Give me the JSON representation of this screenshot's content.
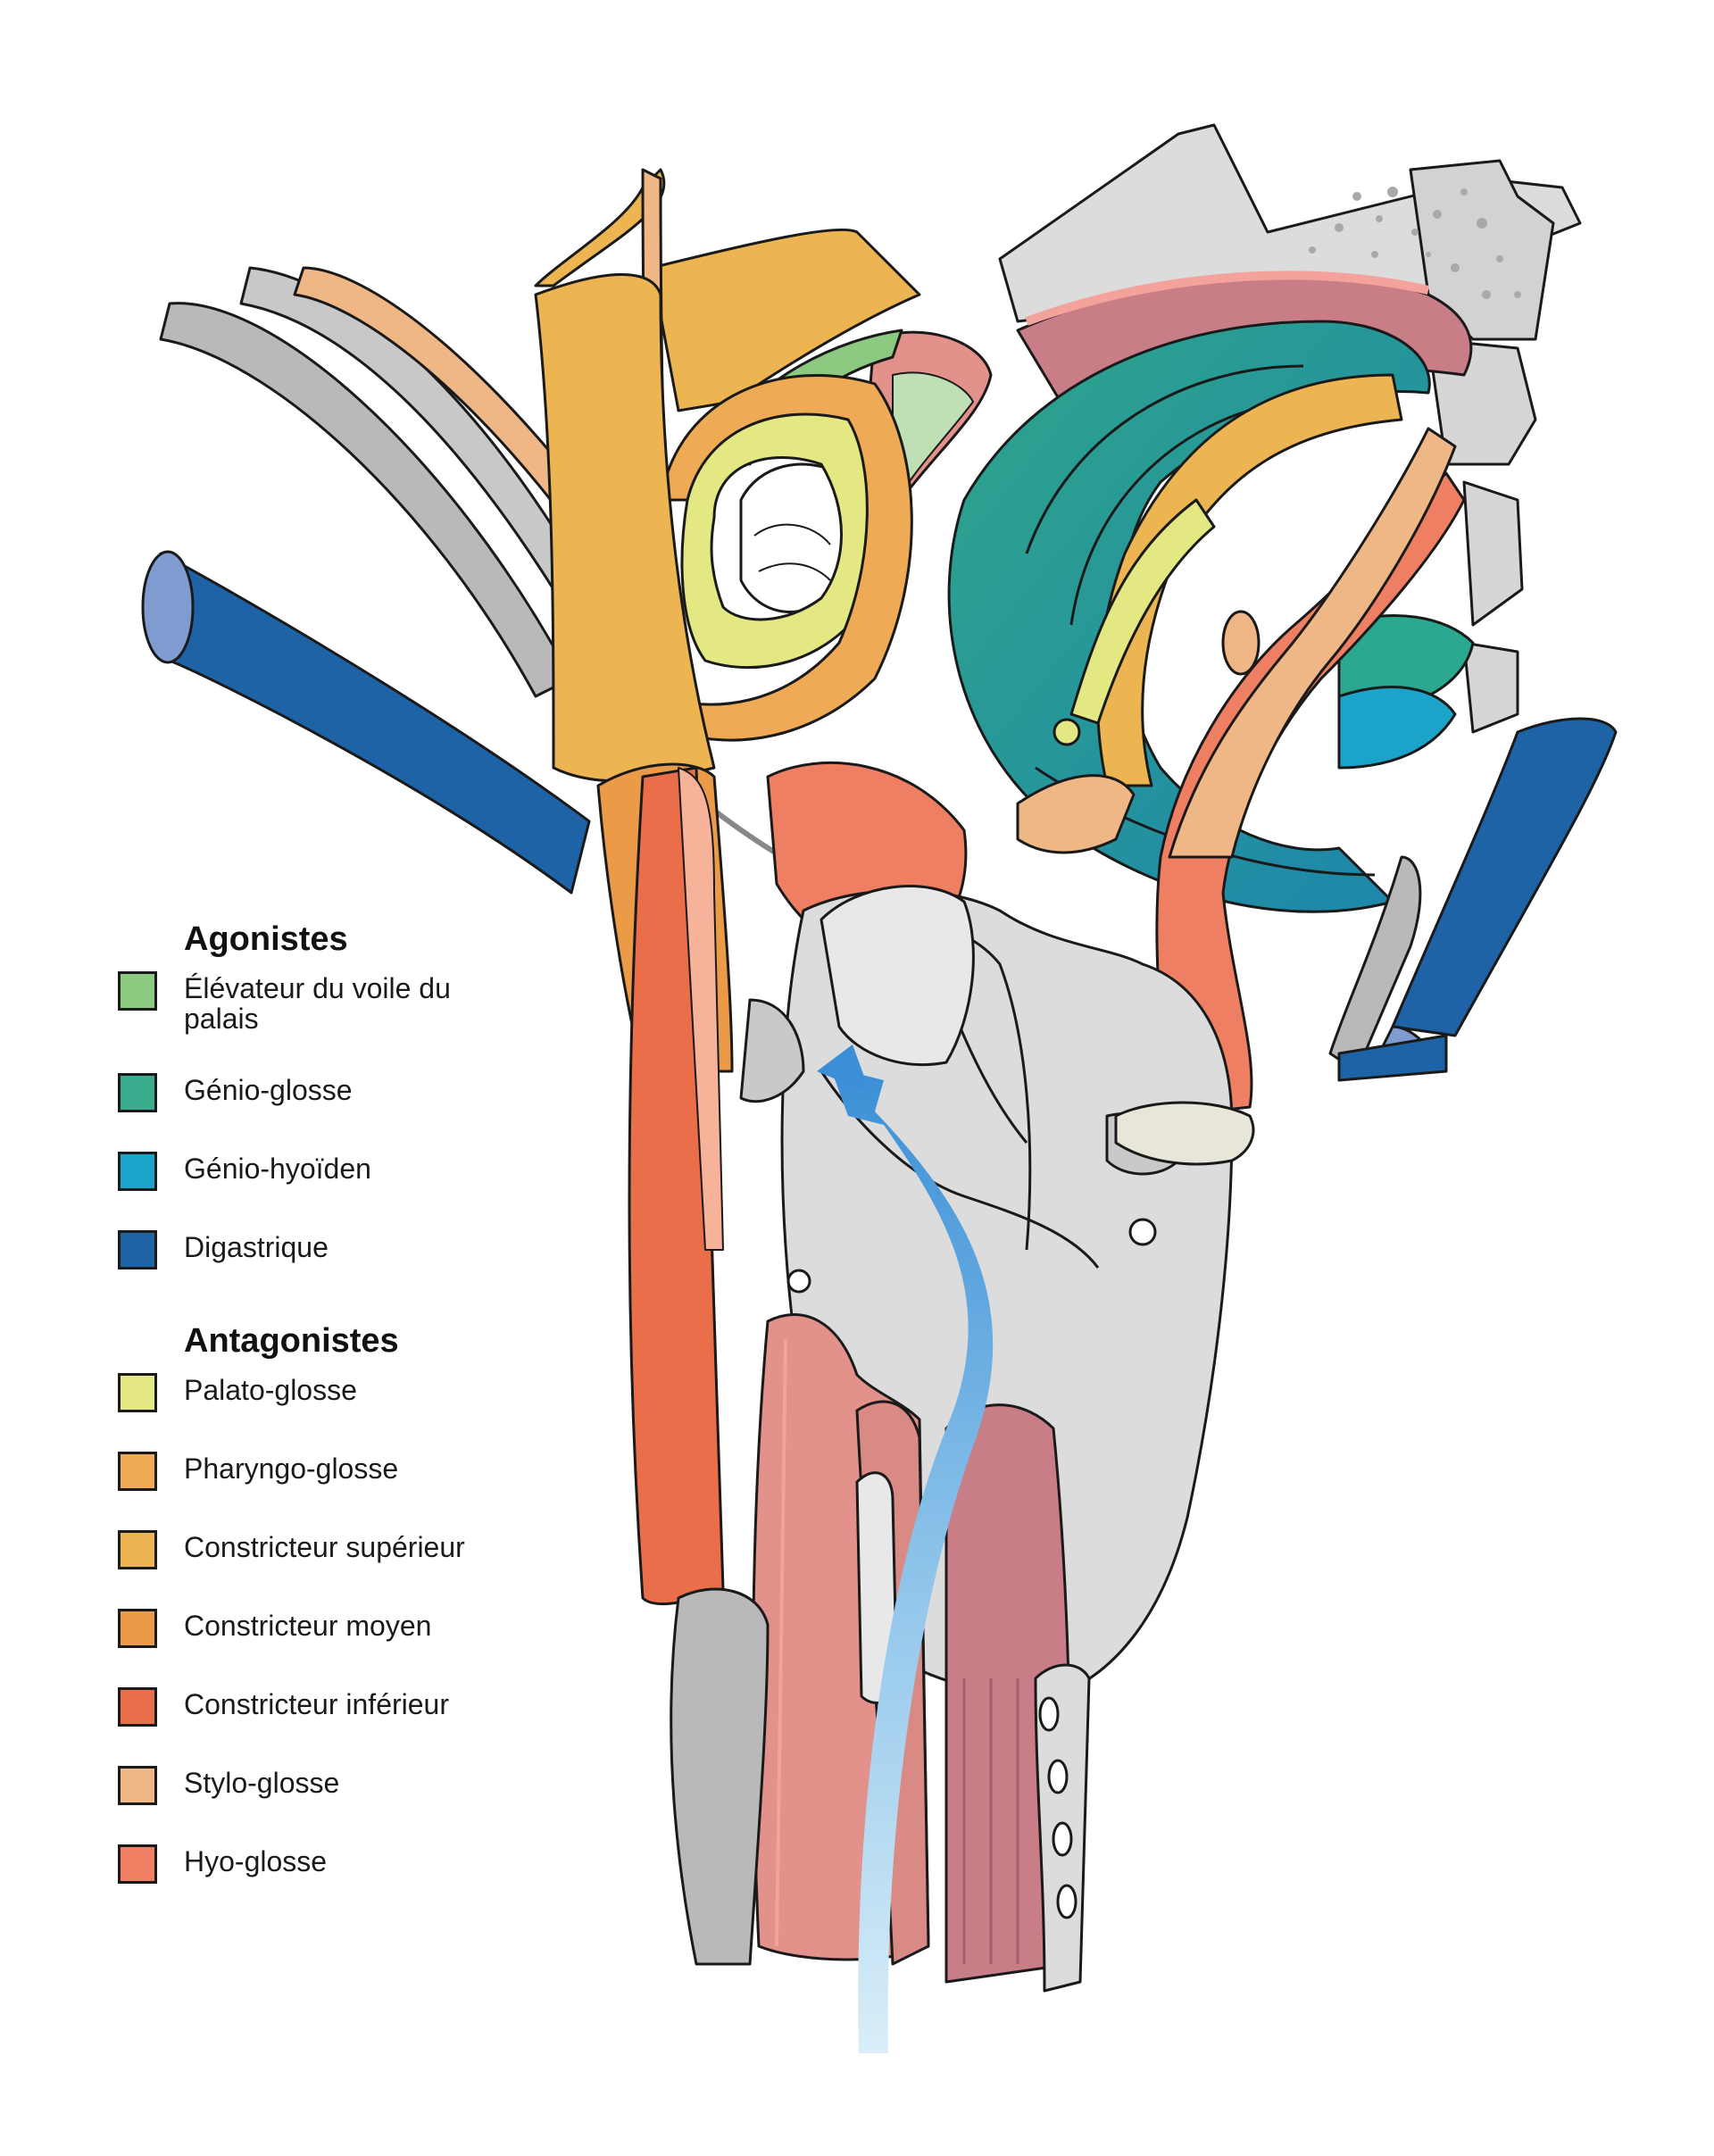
{
  "legend": {
    "agonists": {
      "heading": "Agonistes",
      "items": [
        {
          "label": "Élévateur du voile du palais",
          "color": "#8cc981"
        },
        {
          "label": "Génio-glosse",
          "color": "#3aab8c"
        },
        {
          "label": "Génio-hyoïden",
          "color": "#1ba3c9"
        },
        {
          "label": "Digastrique",
          "color": "#1e63a6"
        }
      ]
    },
    "antagonists": {
      "heading": "Antagonistes",
      "items": [
        {
          "label": "Palato-glosse",
          "color": "#e3e883"
        },
        {
          "label": "Pharyngo-glosse",
          "color": "#eeaa55"
        },
        {
          "label": "Constricteur supérieur",
          "color": "#ecb552"
        },
        {
          "label": "Constricteur moyen",
          "color": "#eb9b48"
        },
        {
          "label": "Constricteur inférieur",
          "color": "#eb6e4b"
        },
        {
          "label": "Stylo-glosse",
          "color": "#f0b786"
        },
        {
          "label": "Hyo-glosse",
          "color": "#ef7f63"
        }
      ]
    }
  },
  "colors": {
    "bone": "#dcdcdc",
    "bone_dark": "#b9b9b9",
    "vessel": "#1e63a6",
    "mucosa": "#e3918b",
    "airflow_arrow": "#3b8fd6",
    "outline": "#1a1a1a"
  }
}
